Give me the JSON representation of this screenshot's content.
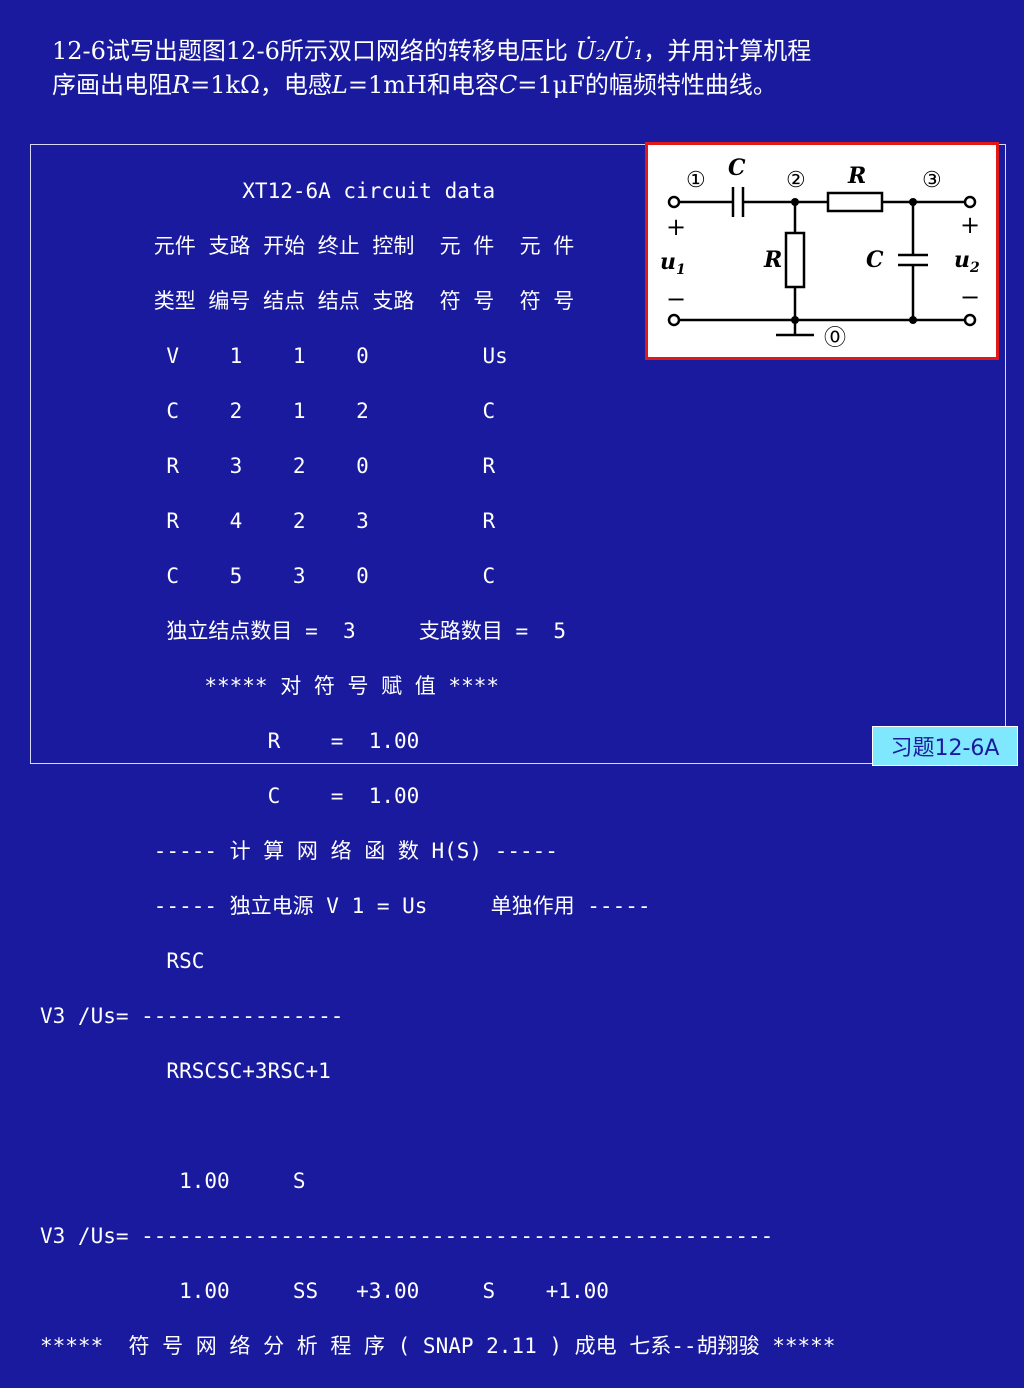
{
  "problem": {
    "line1_a": "12-6试写出题图12-6所示双口网络的转移电压比 ",
    "ratio": "U̇₂/U̇₁",
    "line1_b": "，并用计算机程",
    "line2_a": "序画出电阻",
    "r_sym": "R",
    "r_val": "=1kΩ，电感",
    "l_sym": "L",
    "l_val": "=1mH和电容",
    "c_sym": "C",
    "c_val": "=1μF的幅频特性曲线。"
  },
  "listing": {
    "lines": [
      "                XT12-6A circuit data",
      "         元件 支路 开始 终止 控制  元 件  元 件",
      "         类型 编号 结点 结点 支路  符 号  符 号",
      "          V    1    1    0         Us",
      "          C    2    1    2         C",
      "          R    3    2    0         R",
      "          R    4    2    3         R",
      "          C    5    3    0         C",
      "          独立结点数目 =  3     支路数目 =  5",
      "             ***** 对 符 号 赋 值 ****",
      "                  R    =  1.00",
      "                  C    =  1.00",
      "         ----- 计 算 网 络 函 数 H(S) -----",
      "         ----- 独立电源 V 1 = Us     单独作用 -----",
      "          RSC",
      "V3 /Us= ----------------",
      "          RRSCSC+3RSC+1",
      "",
      "           1.00     S",
      "V3 /Us= --------------------------------------------------",
      "           1.00     SS   +3.00     S    +1.00",
      "*****  符 号 网 络 分 析 程 序 ( SNAP 2.11 ) 成电 七系--胡翔骏 *****"
    ]
  },
  "figure": {
    "node1": "①",
    "node2": "②",
    "node3": "③",
    "node0": "⓪",
    "cap_top": "C",
    "res_top": "R",
    "res_shunt": "R",
    "cap_shunt": "C",
    "u1_base": "u",
    "u1_sub": "1",
    "u2_base": "u",
    "u2_sub": "2",
    "plus": "+",
    "minus": "−"
  },
  "tag": {
    "label": "习题12-6A"
  },
  "colors": {
    "background": "#1a1a9e",
    "frame": "#e01818",
    "tag_bg": "#7fe8ff"
  }
}
